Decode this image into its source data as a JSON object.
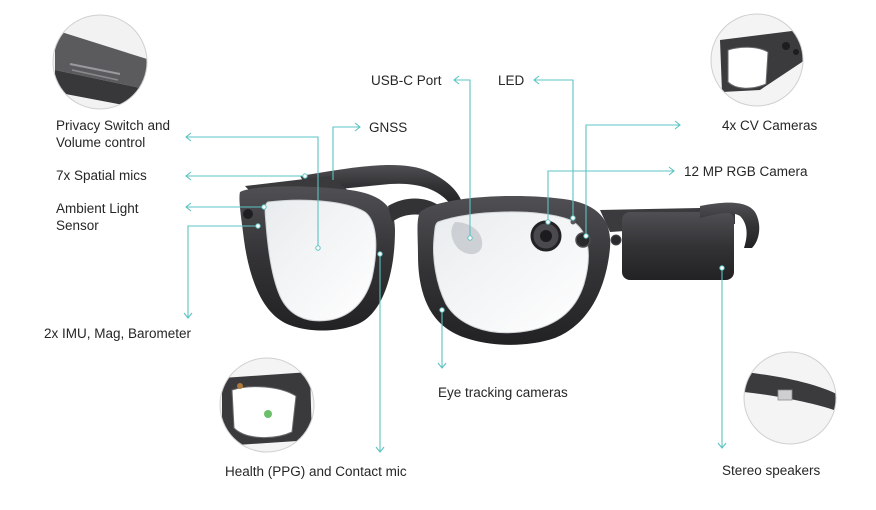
{
  "labels": {
    "privacy_switch": "Privacy Switch and\nVolume control",
    "spatial_mics": "7x Spatial mics",
    "ambient_light": "Ambient Light\nSensor",
    "imu": "2x IMU, Mag, Barometer",
    "health": "Health (PPG) and Contact mic",
    "gnss": "GNSS",
    "usb_c": "USB-C Port",
    "led": "LED",
    "cv_cameras": "4x CV Cameras",
    "rgb_camera": "12 MP RGB Camera",
    "eye_tracking": "Eye tracking cameras",
    "stereo_speakers": "Stereo speakers"
  },
  "colors": {
    "leader": "#5cc3c3",
    "frame": "#2f2f31",
    "frame_light": "#4a4a4d",
    "text": "#262626"
  }
}
